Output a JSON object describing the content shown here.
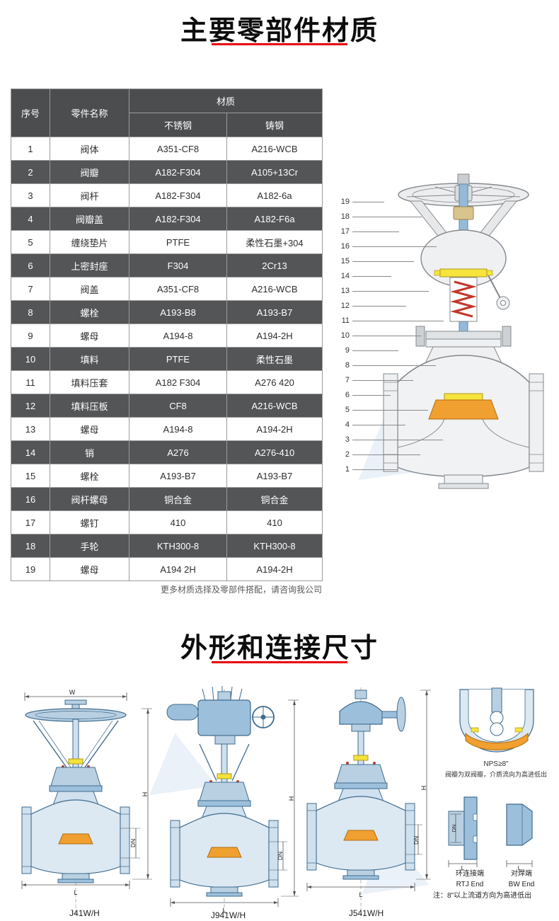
{
  "section1": {
    "title": "主要零部件材质"
  },
  "section2": {
    "title": "外形和连接尺寸"
  },
  "materials_table": {
    "col_no": "序号",
    "col_part": "零件名称",
    "col_material": "材质",
    "col_stainless": "不锈钢",
    "col_cast": "铸钢",
    "rows": [
      {
        "no": "1",
        "part": "阀体",
        "stainless": "A351-CF8",
        "cast": "A216-WCB"
      },
      {
        "no": "2",
        "part": "阀瓣",
        "stainless": "A182-F304",
        "cast": "A105+13Cr"
      },
      {
        "no": "3",
        "part": "阀杆",
        "stainless": "A182-F304",
        "cast": "A182-6a"
      },
      {
        "no": "4",
        "part": "阀瓣盖",
        "stainless": "A182-F304",
        "cast": "A182-F6a"
      },
      {
        "no": "5",
        "part": "缠绕垫片",
        "stainless": "PTFE",
        "cast": "柔性石墨+304"
      },
      {
        "no": "6",
        "part": "上密封座",
        "stainless": "F304",
        "cast": "2Cr13"
      },
      {
        "no": "7",
        "part": "阀盖",
        "stainless": "A351-CF8",
        "cast": "A216-WCB"
      },
      {
        "no": "8",
        "part": "螺栓",
        "stainless": "A193-B8",
        "cast": "A193-B7"
      },
      {
        "no": "9",
        "part": "螺母",
        "stainless": "A194-8",
        "cast": "A194-2H"
      },
      {
        "no": "10",
        "part": "填料",
        "stainless": "PTFE",
        "cast": "柔性石墨"
      },
      {
        "no": "11",
        "part": "填料压套",
        "stainless": "A182 F304",
        "cast": "A276 420"
      },
      {
        "no": "12",
        "part": "填料压板",
        "stainless": "CF8",
        "cast": "A216-WCB"
      },
      {
        "no": "13",
        "part": "螺母",
        "stainless": "A194-8",
        "cast": "A194-2H"
      },
      {
        "no": "14",
        "part": "销",
        "stainless": "A276",
        "cast": "A276-410"
      },
      {
        "no": "15",
        "part": "螺栓",
        "stainless": "A193-B7",
        "cast": "A193-B7"
      },
      {
        "no": "16",
        "part": "阀杆螺母",
        "stainless": "铜合金",
        "cast": "铜合金"
      },
      {
        "no": "17",
        "part": "螺钉",
        "stainless": "410",
        "cast": "410"
      },
      {
        "no": "18",
        "part": "手轮",
        "stainless": "KTH300-8",
        "cast": "KTH300-8"
      },
      {
        "no": "19",
        "part": "螺母",
        "stainless": "A194 2H",
        "cast": "A194-2H"
      }
    ],
    "footnote": "更多材质选择及零部件搭配，请咨询我公司"
  },
  "diagram": {
    "callouts": [
      "19",
      "18",
      "17",
      "16",
      "15",
      "14",
      "13",
      "12",
      "11",
      "10",
      "9",
      "8",
      "7",
      "6",
      "5",
      "4",
      "3",
      "2",
      "1"
    ]
  },
  "outline": {
    "dim_labels": {
      "w": "W",
      "h": "H",
      "l": "L",
      "dn": "DN"
    },
    "models": [
      "J41W/H",
      "J941W/H",
      "J541W/H"
    ],
    "detail_note_line1": "NPS≥8\"",
    "detail_note_line2": "阀瓣为双阀瓣，介质流向为高进低出",
    "rtj_cn": "环连接端",
    "rtj_en": "RTJ End",
    "bw_cn": "对焊端",
    "bw_en": "BW End",
    "bottom_note": "注：8\"以上流道方向为高进低出"
  }
}
